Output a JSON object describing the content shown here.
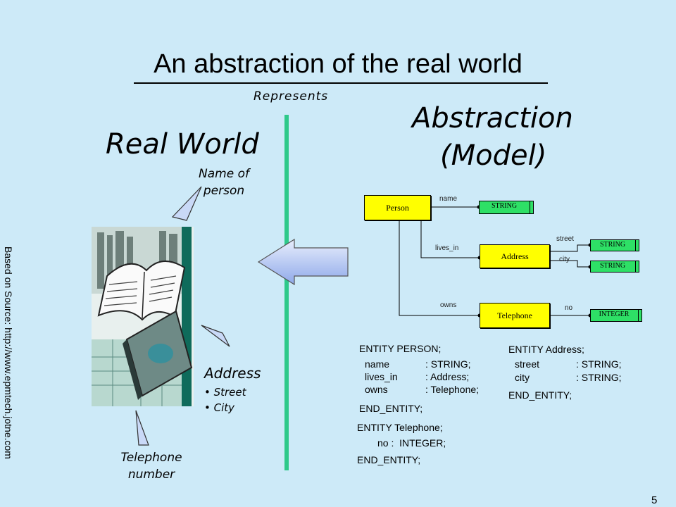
{
  "slide": {
    "title": "An abstraction of the real world",
    "represents": "Represents",
    "real_world": "Real World",
    "abstraction_line1": "Abstraction",
    "abstraction_line2": "(Model)",
    "page_number": "5",
    "source_note": "Based on Source: http://www.epmtech.jotne.com"
  },
  "real_world_labels": {
    "name_of_person": [
      "Name of",
      "person"
    ],
    "address": "Address",
    "address_items": [
      "• Street",
      "• City"
    ],
    "telephone_number": [
      "Telephone",
      "number"
    ]
  },
  "model": {
    "entities": {
      "person": "Person",
      "address": "Address",
      "telephone": "Telephone"
    },
    "types": {
      "name_type": "STRING",
      "street_type": "STRING",
      "city_type": "STRING",
      "no_type": "INTEGER"
    },
    "relations": {
      "name": "name",
      "lives_in": "lives_in",
      "owns": "owns",
      "street": "street",
      "city": "city",
      "no": "no"
    }
  },
  "code": {
    "person": {
      "header": "ENTITY PERSON;",
      "attrs": [
        {
          "name": "name",
          "type": ": STRING;"
        },
        {
          "name": "lives_in",
          "type": ": Address;"
        },
        {
          "name": "owns",
          "type": ": Telephone;"
        }
      ],
      "footer": "END_ENTITY;"
    },
    "address": {
      "header": "ENTITY Address;",
      "attrs": [
        {
          "name": "street",
          "type": ": STRING;"
        },
        {
          "name": "city",
          "type": ": STRING;"
        }
      ],
      "footer": "END_ENTITY;"
    },
    "telephone": {
      "header": "ENTITY Telephone;",
      "attr": "no :  INTEGER;",
      "footer": "END_ENTITY;"
    }
  },
  "colors": {
    "background": "#cdeaf8",
    "divider": "#2ec98a",
    "entity_fill": "#ffff00",
    "type_fill": "#2ee066",
    "arrow_fill": "#9bb4ef"
  }
}
